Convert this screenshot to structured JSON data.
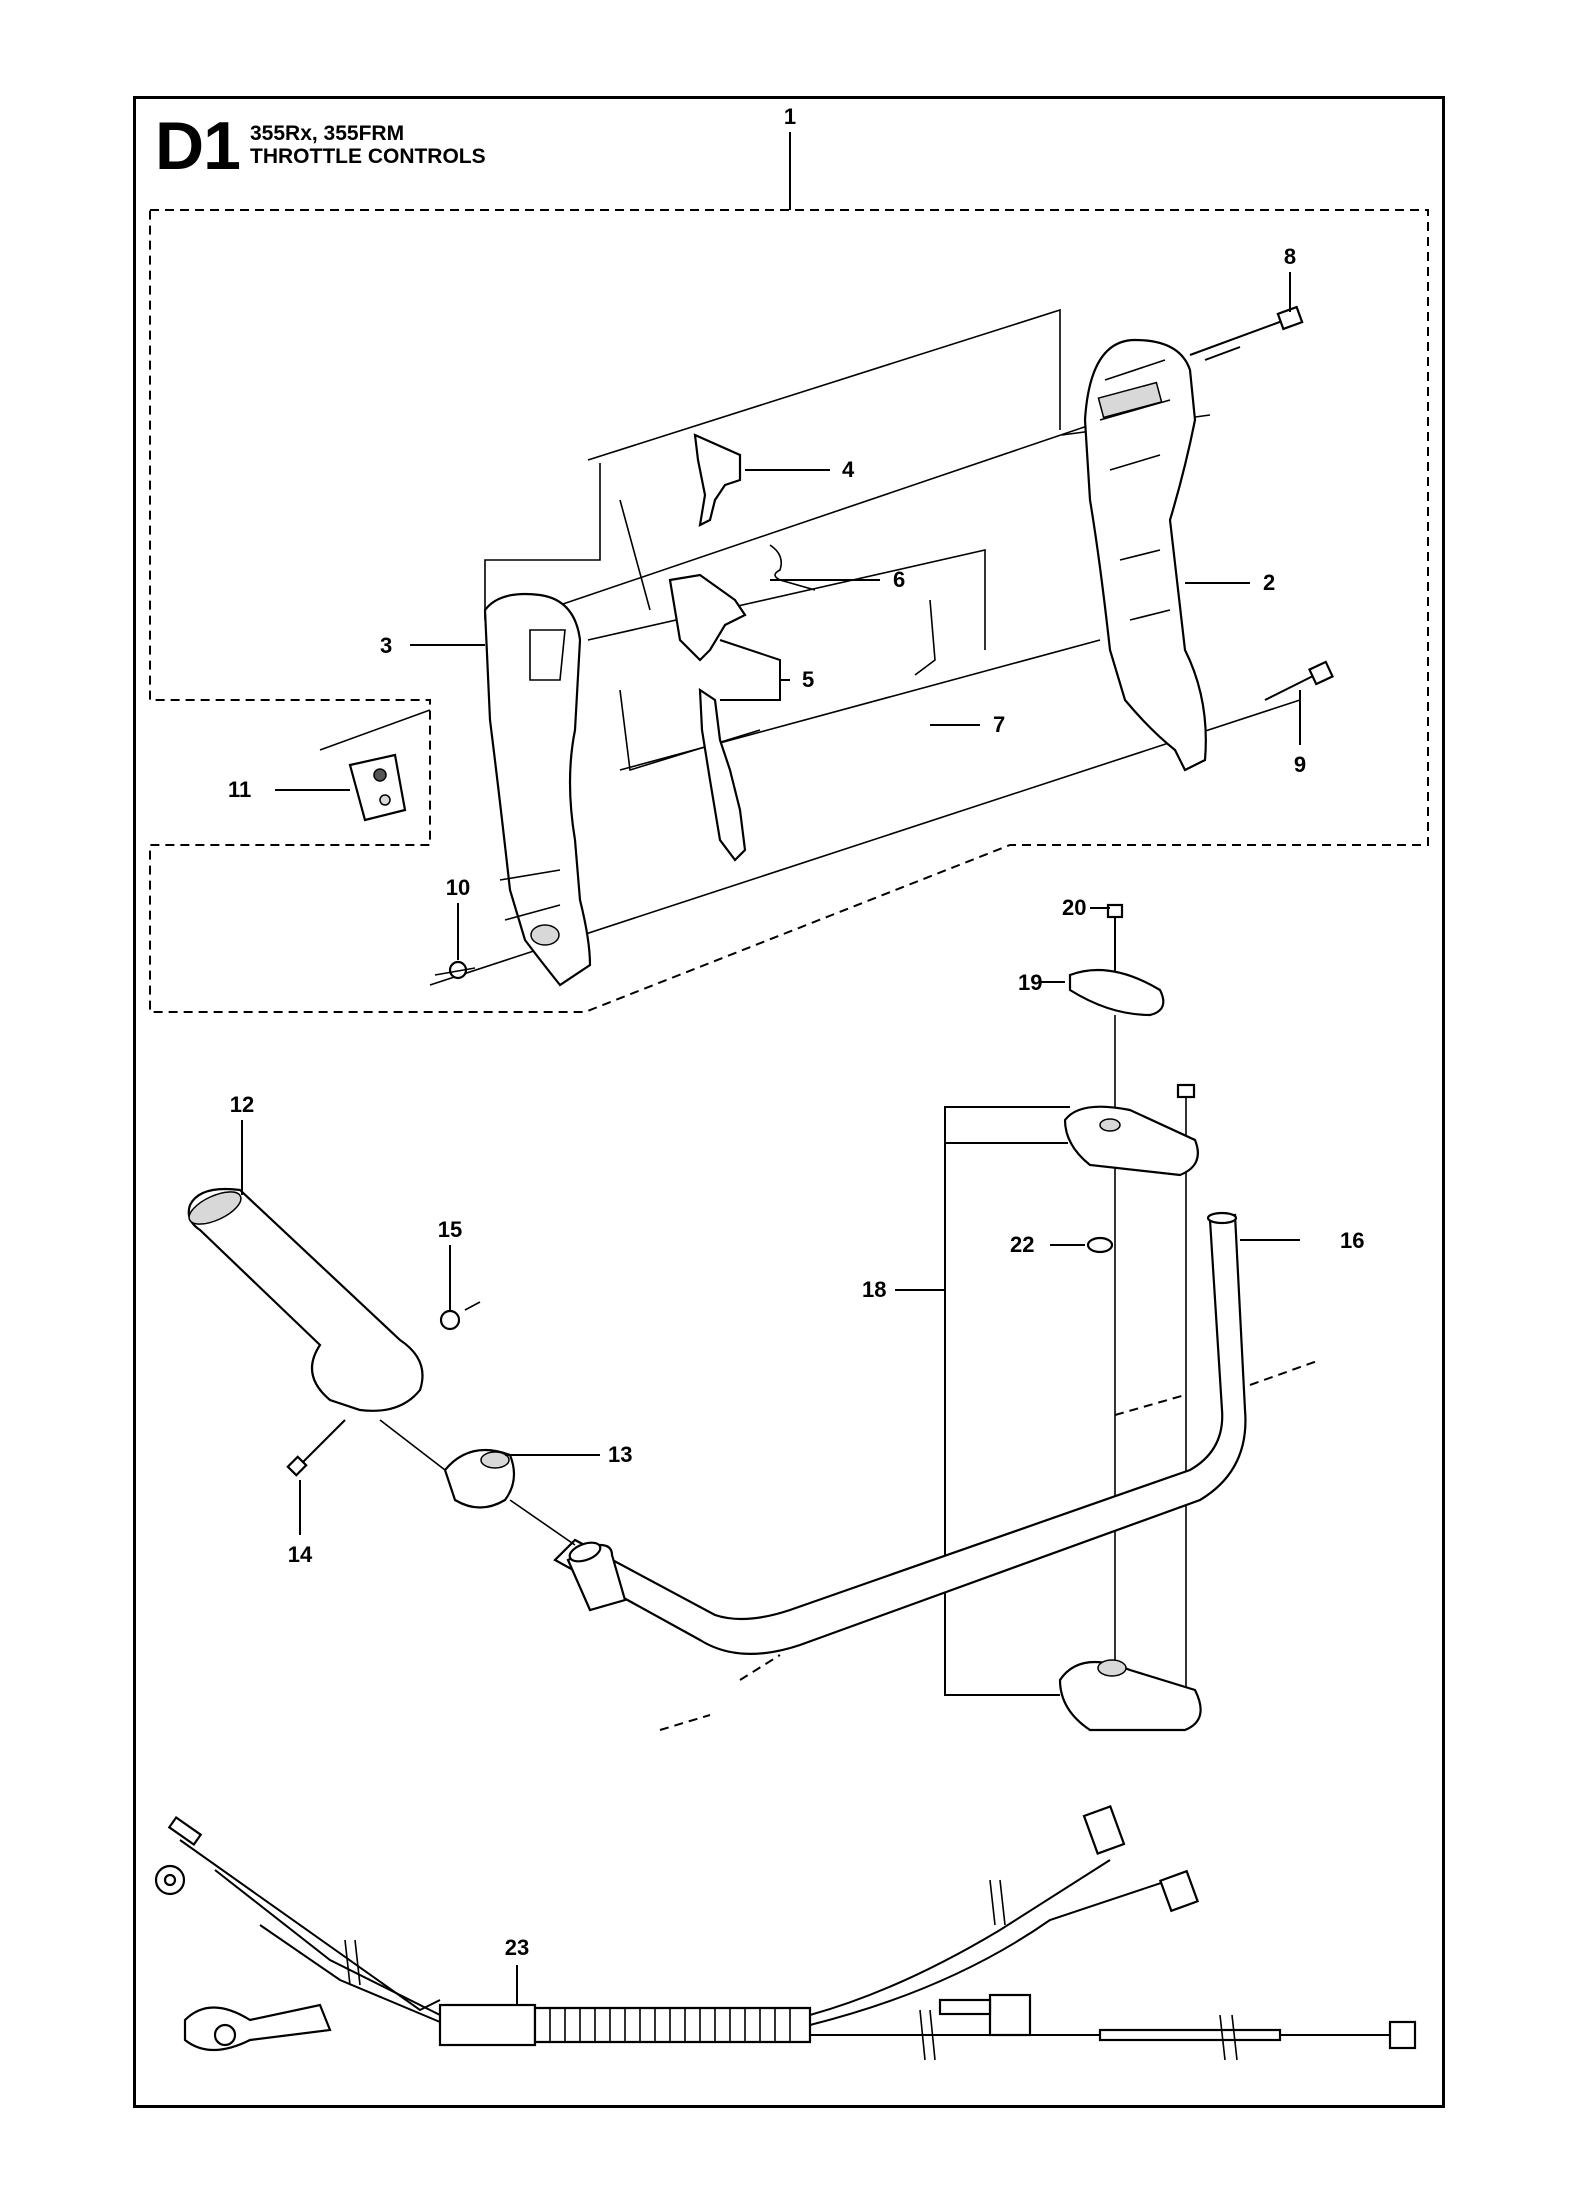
{
  "header": {
    "code": "D1",
    "models": "355Rx, 355FRM",
    "subtitle": "THROTTLE CONTROLS"
  },
  "callouts": {
    "c1": "1",
    "c2": "2",
    "c3": "3",
    "c4": "4",
    "c5": "5",
    "c6": "6",
    "c7": "7",
    "c8": "8",
    "c9": "9",
    "c10": "10",
    "c11": "11",
    "c12": "12",
    "c13": "13",
    "c14": "14",
    "c15": "15",
    "c16": "16",
    "c18": "18",
    "c19": "19",
    "c20": "20",
    "c22": "22",
    "c23": "23"
  }
}
